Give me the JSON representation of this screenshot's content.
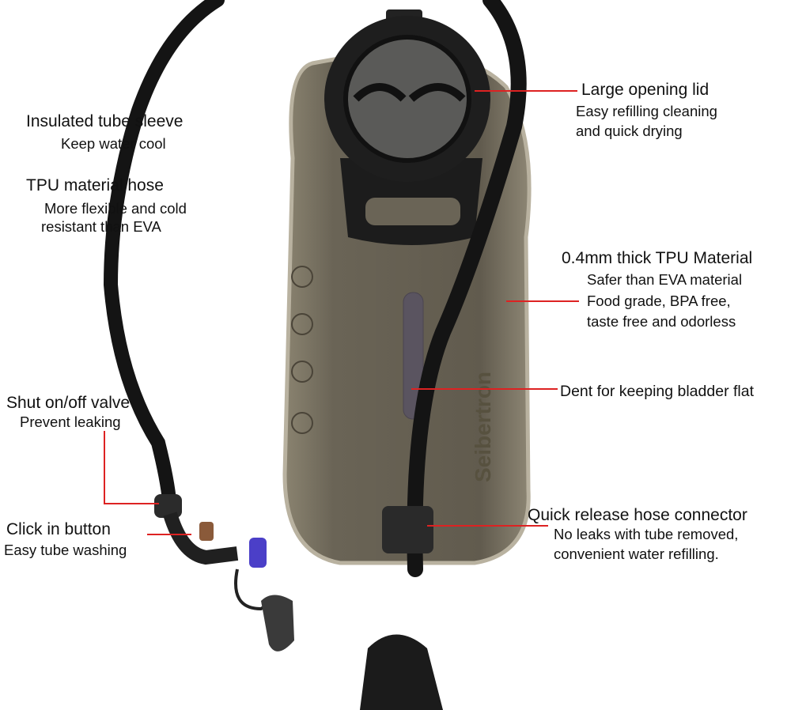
{
  "product": {
    "brand_lettering": "Seibertron",
    "colors": {
      "bladder": "#6a6456",
      "tube": "#151515",
      "leader_line": "#dd2222",
      "valve_accent": "#4b3fc8"
    }
  },
  "callouts": {
    "insulated_sleeve": {
      "title": "Insulated tube sleeve",
      "lines": [
        "Keep water cool"
      ]
    },
    "tpu_hose": {
      "title": "TPU material hose",
      "lines": [
        "More flexible and cold",
        "resistant than EVA"
      ]
    },
    "opening_lid": {
      "title": "Large opening lid",
      "lines": [
        "Easy refilling cleaning",
        "and quick drying"
      ]
    },
    "tpu_material": {
      "title": "0.4mm thick TPU Material",
      "lines": [
        "Safer than EVA material",
        "Food grade, BPA free,",
        "taste free and odorless"
      ]
    },
    "dent": {
      "title": "Dent for keeping bladder flat"
    },
    "shut_valve": {
      "title": "Shut on/off valve",
      "lines": [
        "Prevent leaking"
      ]
    },
    "quick_release": {
      "title": "Quick release hose connector",
      "lines": [
        "No leaks with tube removed,",
        "convenient water refilling."
      ]
    },
    "click_button": {
      "title": "Click in button",
      "lines": [
        "Easy tube washing"
      ]
    }
  }
}
